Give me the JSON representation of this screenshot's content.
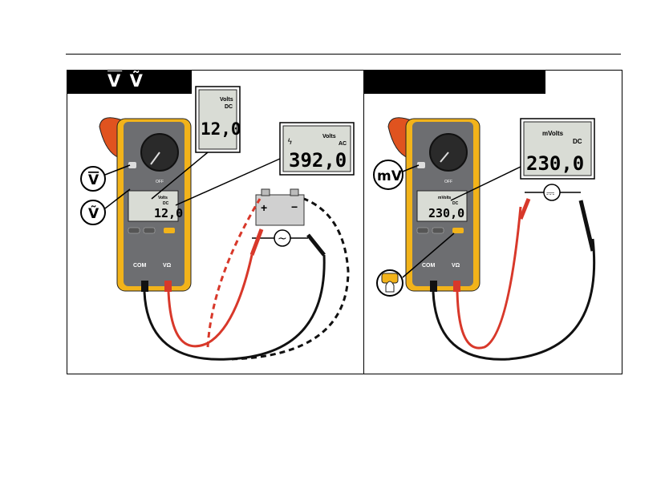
{
  "header_tab_left": "V Ṽ",
  "left_panel": {
    "meter_lcd": {
      "unit": "Volts",
      "mode": "DC",
      "value": "12,0"
    },
    "callout_dc": {
      "unit": "Volts",
      "mode": "DC",
      "value": "12,0"
    },
    "callout_ac": {
      "unit": "Volts",
      "mode": "AC",
      "value": "392,0"
    },
    "knob_labels": {
      "dc_volts_symbol": "V",
      "ac_volts_symbol": "Ṽ"
    },
    "battery_plus": "+",
    "battery_minus": "−",
    "ac_source_symbol": "~",
    "terminal_com": "COM",
    "terminal_v": "VΩ",
    "dial_off": "OFF"
  },
  "right_panel": {
    "meter_lcd": {
      "unit": "mVolts",
      "mode": "DC",
      "value": "230,0"
    },
    "callout": {
      "unit": "mVolts",
      "mode": "DC",
      "value": "230,0"
    },
    "mv_label": "mV",
    "dc_source_symbol": "⎓",
    "terminal_com": "COM",
    "terminal_v": "VΩ",
    "dial_off": "OFF"
  },
  "colors": {
    "meter_yellow": "#f2b31a",
    "meter_body": "#6d6e71",
    "clamp_red": "#e0531f",
    "lead_red": "#d8382a",
    "lead_black": "#111111",
    "lcd_bg": "#d9dcd5"
  }
}
